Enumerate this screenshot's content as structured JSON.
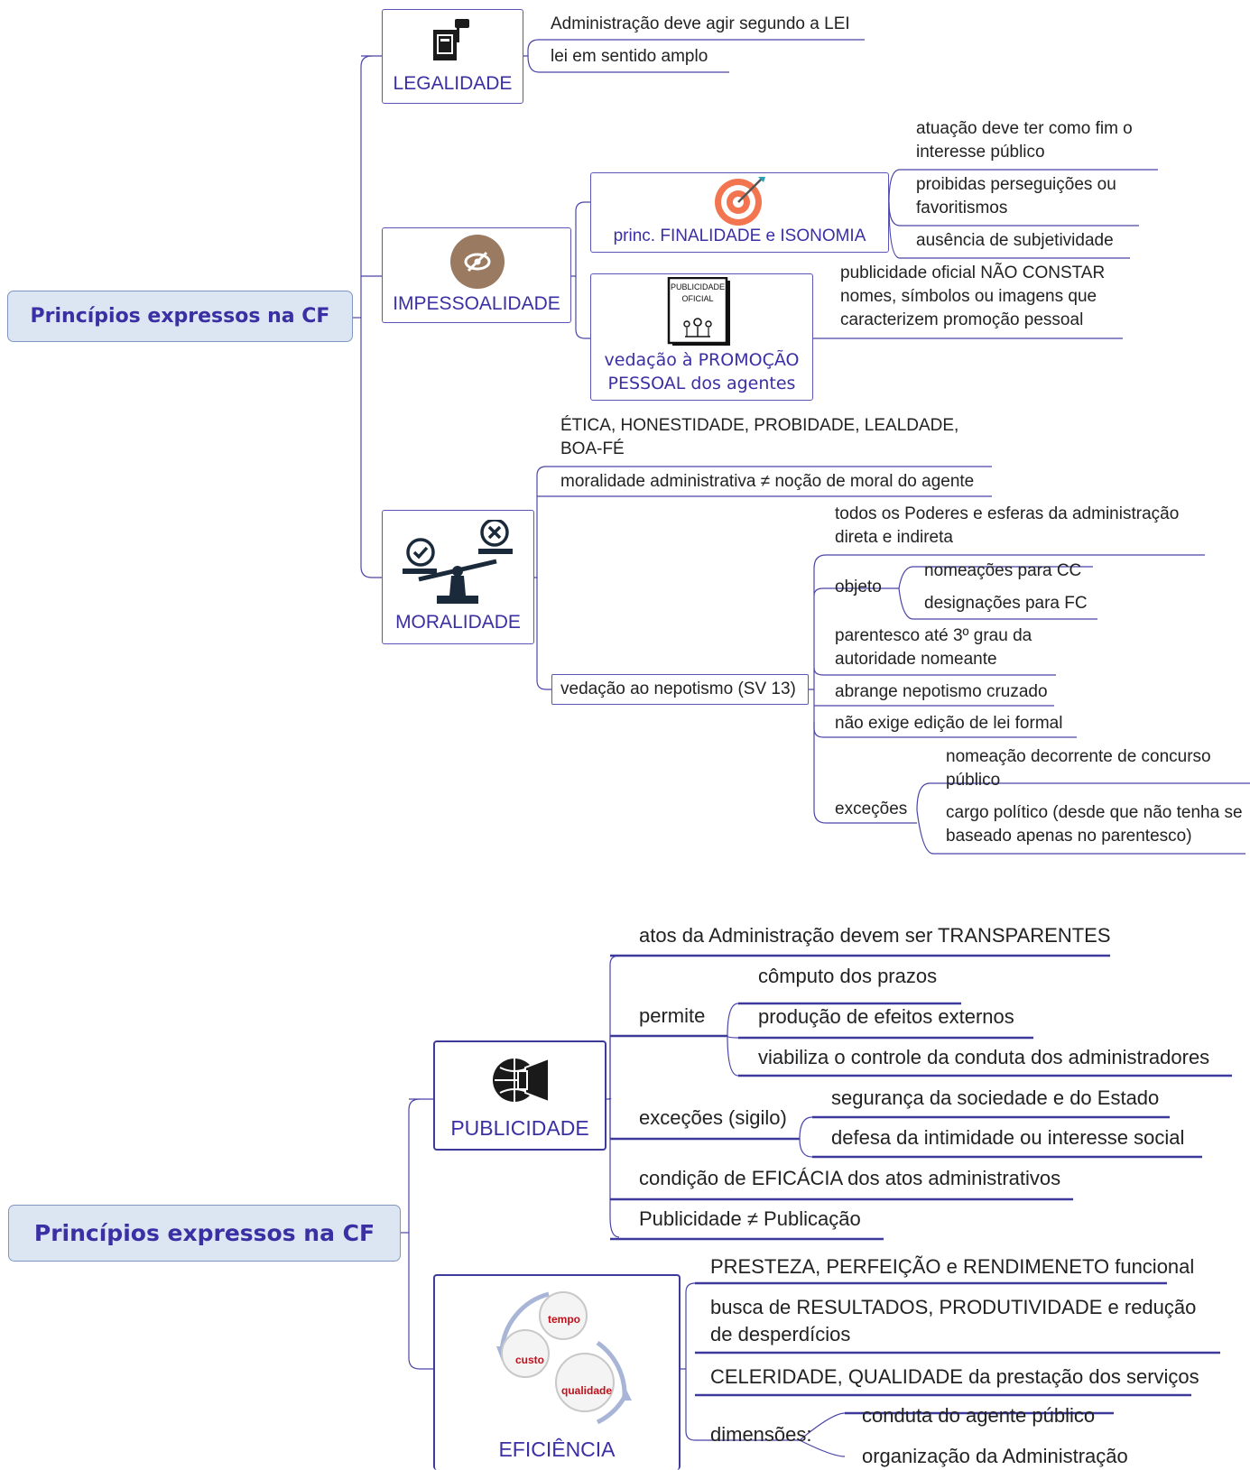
{
  "colors": {
    "root_fill": "#dce6f3",
    "line": "#4b45a8",
    "title_text": "#3a2fa3",
    "gear_text": "#c0101a"
  },
  "top": {
    "root": "Princípios expressos na CF",
    "legalidade": {
      "title": "LEGALIDADE",
      "icon": "law-book-gavel-icon",
      "items": [
        "Administração deve agir segundo a LEI",
        "lei em sentido amplo"
      ]
    },
    "impessoalidade": {
      "title": "IMPESSOALIDADE",
      "icon": "eye-slash-icon",
      "finalidade": {
        "title": "princ. FINALIDADE  e ISONOMIA",
        "icon": "target-icon",
        "items": [
          "atuação deve ter como fim o interesse público",
          "proibidas perseguições ou favoritismos",
          "ausência de subjetividade"
        ]
      },
      "vedacao": {
        "title_line1": "vedação à PROMOÇÃO",
        "title_line2": "PESSOAL dos agentes",
        "icon": "publicity-poster-icon",
        "poster_line1": "PUBLICIDADE",
        "poster_line2": "OFICIAL",
        "item": "publicidade oficial NÃO CONSTAR nomes, símbolos ou imagens que caracterizem promoção pessoal"
      }
    },
    "moralidade": {
      "title": "MORALIDADE",
      "icon": "balance-scale-icon",
      "items": [
        "ÉTICA, HONESTIDADE, PROBIDADE, LEALDADE, BOA-FÉ",
        "moralidade administrativa ≠ noção de moral do agente"
      ],
      "nepotismo": {
        "label": "vedação ao nepotismo (SV 13)",
        "items": [
          "todos os Poderes e esferas da administração direta e indireta",
          "parentesco até 3º grau da autoridade nomeante",
          "abrange nepotismo cruzado",
          "não exige edição de lei formal"
        ],
        "objeto": {
          "label": "objeto",
          "items": [
            "nomeações para CC",
            "designações para FC"
          ]
        },
        "excecoes": {
          "label": "exceções",
          "items": [
            "nomeação decorrente de concurso público",
            "cargo político (desde que não tenha se baseado apenas no parentesco)"
          ]
        }
      }
    }
  },
  "bottom": {
    "root": "Princípios expressos na CF",
    "publicidade": {
      "title": "PUBLICIDADE",
      "icon": "globe-megaphone-icon",
      "item1": "atos da Administração devem ser TRANSPARENTES",
      "permite": {
        "label": "permite",
        "items": [
          "cômputo dos prazos",
          "produção de efeitos externos",
          "viabiliza o controle da conduta dos administradores"
        ]
      },
      "excecoes": {
        "label": "exceções (sigilo)",
        "items": [
          "segurança da sociedade e do Estado",
          "defesa da intimidade ou interesse social"
        ]
      },
      "item2": "condição de EFICÁCIA dos atos administrativos",
      "item3": "Publicidade ≠ Publicação"
    },
    "eficiencia": {
      "title": "EFICIÊNCIA",
      "icon": "gears-cycle-icon",
      "gear_labels": [
        "tempo",
        "custo",
        "qualidade"
      ],
      "items": [
        "PRESTEZA, PERFEIÇÃO e RENDIMENETO funcional",
        "busca de RESULTADOS, PRODUTIVIDADE e redução de desperdícios",
        "CELERIDADE, QUALIDADE da prestação dos serviços"
      ],
      "dimensoes": {
        "label": "dimensões:",
        "items": [
          "conduta do agente público",
          "organização da Administração"
        ]
      }
    }
  }
}
